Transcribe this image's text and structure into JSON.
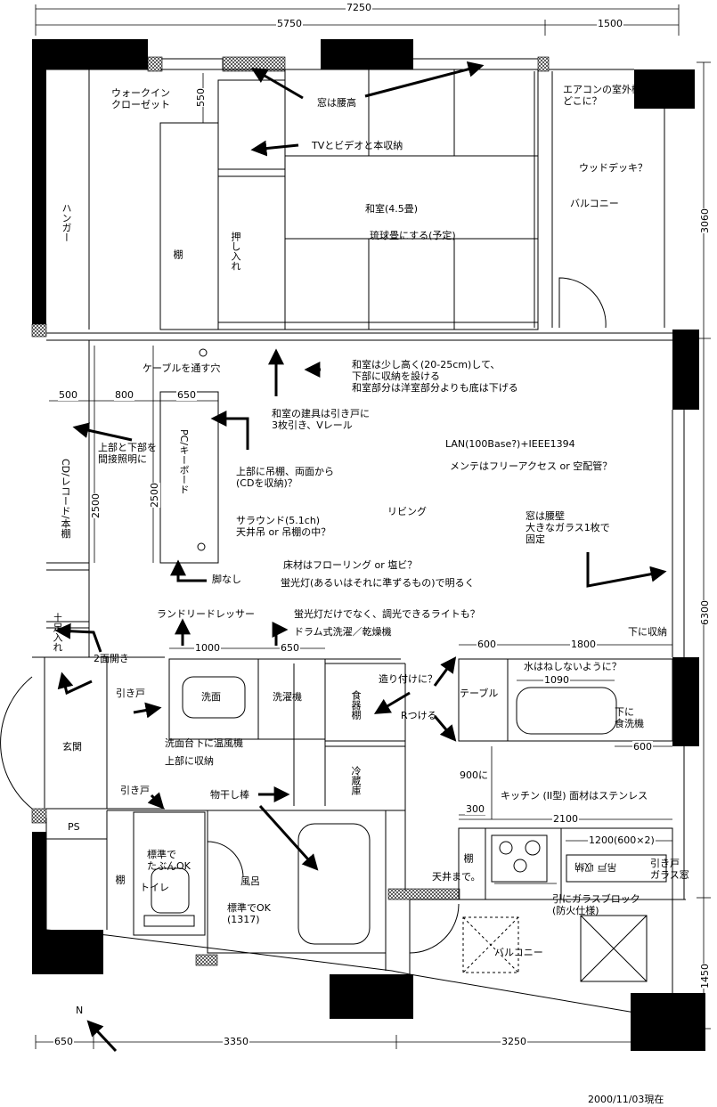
{
  "dimensions": {
    "total_width": "7250",
    "main_width": "5750",
    "balcony_width": "1500",
    "right_top": "3060",
    "right_mid": "6300",
    "right_bottom": "1450",
    "bottom_left": "650",
    "bottom_mid": "3350",
    "bottom_right": "3250",
    "closet_depth": "550",
    "left_500": "500",
    "left_800": "800",
    "left_650": "650",
    "v2500_a": "2500",
    "v2500_b": "2500",
    "laundry_1000": "1000",
    "laundry_650": "650",
    "kit_600_top": "600",
    "kit_1800": "1800",
    "kit_1090": "1090",
    "kit_600_right": "600",
    "kit_900": "900に",
    "kit_300": "300",
    "kit_2100": "2100",
    "kit_1200": "1200(600×2)"
  },
  "labels": {
    "walkin": "ウォークイン\nクローゼット",
    "window_waist": "窓は腰高",
    "tv_storage": "TVとビデオと本収納",
    "washitsu": "和室(4.5畳)",
    "ryukyu": "琉球畳にする(予定)",
    "hanger": "ハンガー",
    "shelf": "棚",
    "oshiire": "押し入れ",
    "aircon": "エアコンの室外機は\nどこに？",
    "wood_deck": "ウッドデッキ？",
    "balcony": "バルコニー",
    "cable_hole": "ケーブルを通す穴",
    "washitsu_high": "和室は少し高く(20-25cm)して、\n下部に収納を設ける\n和室部分は洋室部分よりも底は下げる",
    "washitsu_door": "和室の建具は引き戸に\n3枚引き、Vレール",
    "indirect": "上部と下部を\n間接照明に",
    "cd_shelf": "CD/レコード/本棚",
    "pc_board": "PC/キーボード",
    "hanging_shelf": "上部に吊棚、両面から\n(CDを収納)？",
    "lan": "LAN(100Base?)+IEEE1394",
    "maintenance": "メンテはフリーアクセス or 空配管？",
    "surround": "サラウンド(5.1ch)\n天井吊 or 吊棚の中？",
    "living": "リビング",
    "window_fixed": "窓は腰壁\n大きなガラス1枚で\n固定",
    "floor": "床材はフローリング or 塩ビ？",
    "fluorescent": "蛍光灯(あるいはそれに準ずるもの)で明るく",
    "no_leg": "脚なし",
    "dimmer": "蛍光灯だけでなく、調光できるライトも？",
    "laundry_dresser": "ランドリードレッサー",
    "drum_washer": "ドラム式洗濯／乾燥機",
    "shoe_box": "土足入れ",
    "two_sided": "2面開き",
    "sliding_door": "引き戸",
    "senmen": "洗面",
    "washer": "洗濯機",
    "dish_shelf": "食器棚",
    "built_in": "造り付けに？",
    "r_tsukeru": "Rつける",
    "table": "テーブル",
    "no_splash": "水はねしないように？",
    "dishwasher": "下に\n食洗機",
    "storage_below": "下に収納",
    "genkan": "玄関",
    "heater": "洗面台下に温風機",
    "upper_storage": "上部に収納",
    "fridge": "冷蔵庫",
    "kitchen": "キッチン (II型) 面材はステンレス",
    "sliding_door2": "引き戸",
    "clothes_pole": "物干し棒",
    "ps": "PS",
    "shelf2": "棚",
    "toilet_std": "標準で\nたぶんOK",
    "toilet": "トイレ",
    "bath": "風呂",
    "bath_std": "標準でOK\n(1317)",
    "shelf3": "棚",
    "to_ceiling": "天井まで。",
    "flipped": "吊戸 収納",
    "sliding_glass": "引き戸\nガラス窓",
    "glass_block": "引にガラスブロック\n(防火仕様)",
    "balcony2": "バルコニー",
    "north": "N",
    "date": "2000/11/03現在"
  }
}
